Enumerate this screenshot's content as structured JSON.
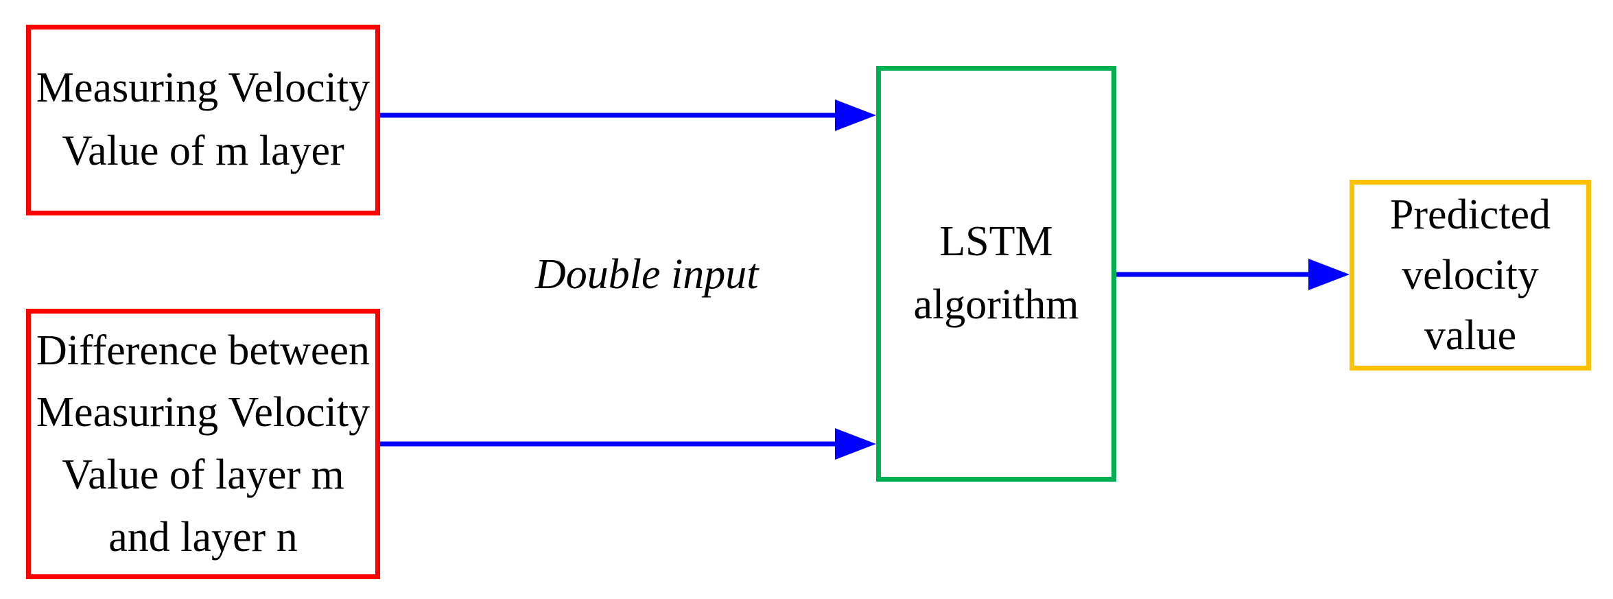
{
  "diagram": {
    "nodes": {
      "input_m": {
        "text": "Measuring Velocity\nValue of m layer"
      },
      "input_diff": {
        "text": "Difference between\nMeasuring Velocity\nValue of layer m\nand layer n"
      },
      "lstm": {
        "text": "LSTM\nalgorithm"
      },
      "output": {
        "text": "Predicted\nvelocity\nvalue"
      }
    },
    "edge_label": "Double input",
    "edges": [
      {
        "from": "input_m",
        "to": "lstm"
      },
      {
        "from": "input_diff",
        "to": "lstm"
      },
      {
        "from": "lstm",
        "to": "output"
      }
    ],
    "colors": {
      "input_border": "#ff0000",
      "model_border": "#00b050",
      "output_border": "#ffc000",
      "arrow": "#0000ff",
      "text": "#000000"
    }
  }
}
